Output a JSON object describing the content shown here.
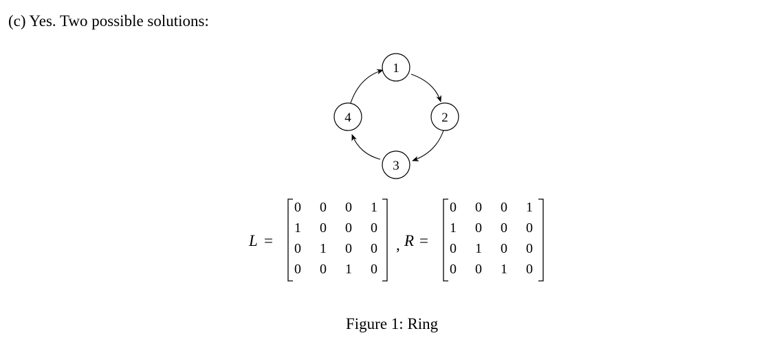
{
  "intro": "(c) Yes. Two possible solutions:",
  "graph": {
    "nodes": [
      "1",
      "2",
      "3",
      "4"
    ]
  },
  "equation": {
    "left_symbol": "L",
    "right_symbol": "R",
    "equals": "=",
    "separator": ",",
    "L": [
      [
        "0",
        "0",
        "0",
        "1"
      ],
      [
        "1",
        "0",
        "0",
        "0"
      ],
      [
        "0",
        "1",
        "0",
        "0"
      ],
      [
        "0",
        "0",
        "1",
        "0"
      ]
    ],
    "R": [
      [
        "0",
        "0",
        "0",
        "1"
      ],
      [
        "1",
        "0",
        "0",
        "0"
      ],
      [
        "0",
        "1",
        "0",
        "0"
      ],
      [
        "0",
        "0",
        "1",
        "0"
      ]
    ]
  },
  "caption": "Figure 1: Ring"
}
